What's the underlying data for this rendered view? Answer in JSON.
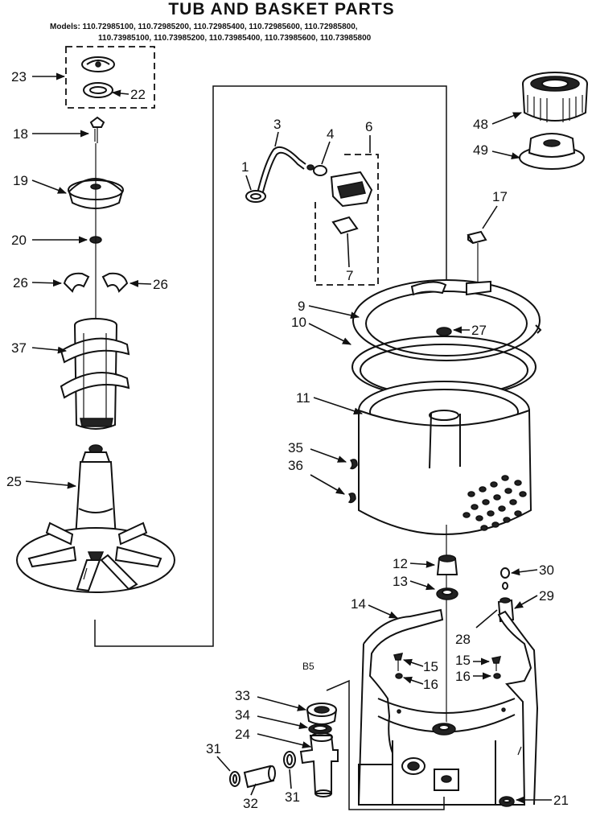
{
  "title": "TUB AND BASKET PARTS",
  "models_line1": "Models: 110.72985100, 110.72985200, 110.72985400, 110.72985600, 110.72985800,",
  "models_line2": "110.73985100, 110.73985200, 110.73985400, 110.73985600, 110.73985800",
  "callouts": {
    "p1": "1",
    "p3": "3",
    "p4": "4",
    "p6": "6",
    "p7": "7",
    "p9": "9",
    "p10": "10",
    "p11": "11",
    "p12": "12",
    "p13": "13",
    "p14": "14",
    "p15a": "15",
    "p15b": "15",
    "p16a": "16",
    "p16b": "16",
    "p17": "17",
    "p18": "18",
    "p19": "19",
    "p20": "20",
    "p21": "21",
    "p22": "22",
    "p23": "23",
    "p24": "24",
    "p25": "25",
    "p26a": "26",
    "p26b": "26",
    "p27": "27",
    "p28": "28",
    "p29": "29",
    "p30": "30",
    "p31a": "31",
    "p31b": "31",
    "p32": "32",
    "p33": "33",
    "p34": "34",
    "p35": "35",
    "p36": "36",
    "p37": "37",
    "p48": "48",
    "p49": "49",
    "b5": "B5"
  },
  "icons": {
    "arrow": "arrow-icon"
  }
}
